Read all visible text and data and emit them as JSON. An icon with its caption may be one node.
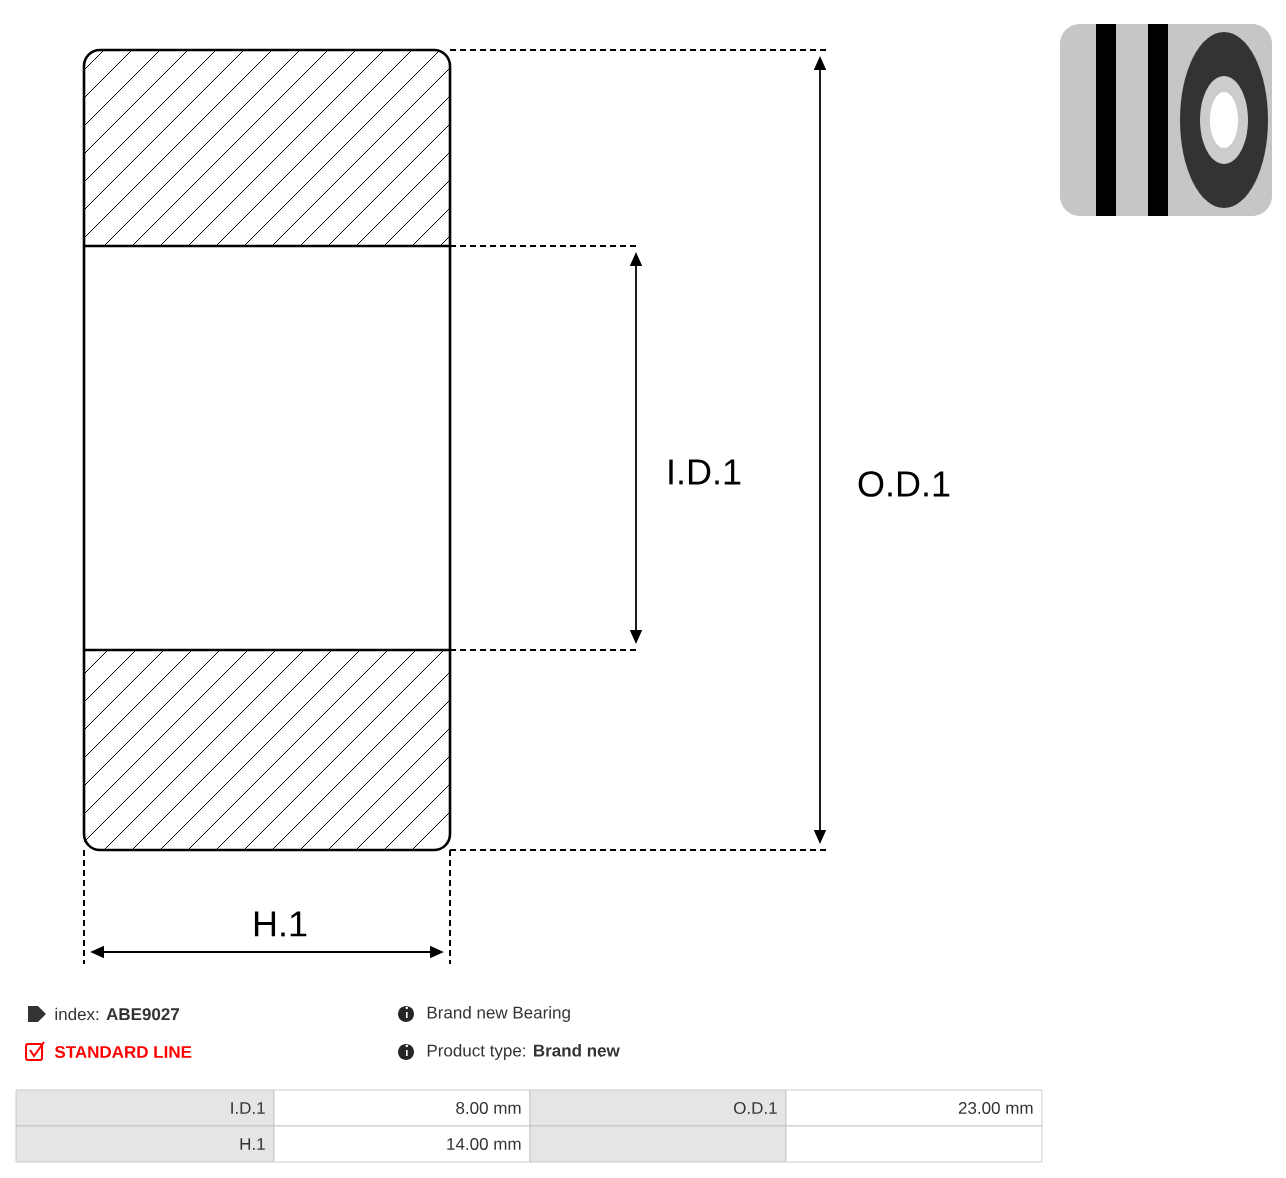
{
  "diagram": {
    "labels": [
      "I.D.1",
      "O.D.1",
      "H.1",
      "index: **ABE9027**",
      "Brand new Bearing",
      "STANDARD LINE",
      "Product type: **Brand new**",
      "I.D.1",
      "8.00 mm",
      "O.D.1",
      "23.00 mm",
      "H.1",
      "14.00 mm"
    ]
  }
}
